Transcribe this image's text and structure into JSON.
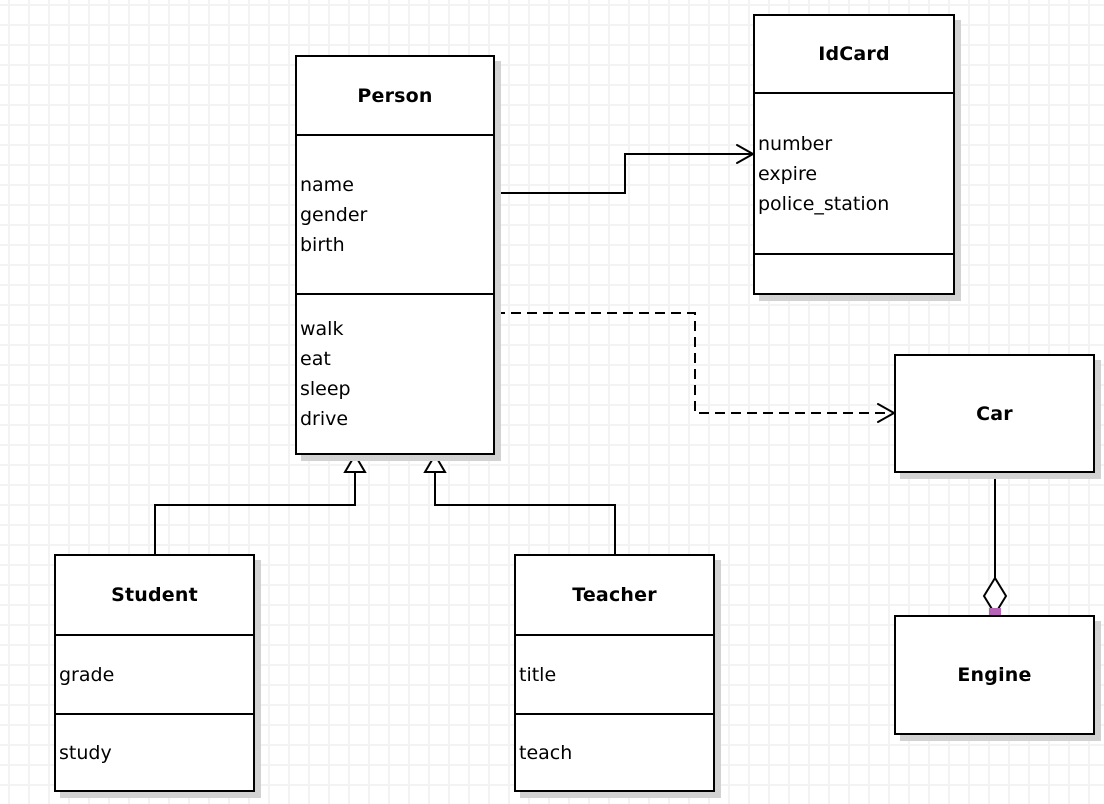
{
  "classes": {
    "person": {
      "name": "Person",
      "attributes": [
        "name",
        "gender",
        "birth"
      ],
      "methods": [
        "walk",
        "eat",
        "sleep",
        "drive"
      ]
    },
    "idcard": {
      "name": "IdCard",
      "attributes": [
        "number",
        "expire",
        "police_station"
      ],
      "methods": []
    },
    "car": {
      "name": "Car",
      "attributes": [],
      "methods": []
    },
    "engine": {
      "name": "Engine",
      "attributes": [],
      "methods": []
    },
    "student": {
      "name": "Student",
      "attributes": [
        "grade"
      ],
      "methods": [
        "study"
      ]
    },
    "teacher": {
      "name": "Teacher",
      "attributes": [
        "title"
      ],
      "methods": [
        "teach"
      ]
    }
  },
  "relationships": [
    {
      "from": "Person",
      "to": "IdCard",
      "type": "association",
      "line": "solid",
      "end": "open-arrow"
    },
    {
      "from": "Person",
      "to": "Car",
      "type": "dependency",
      "line": "dashed",
      "end": "open-arrow"
    },
    {
      "from": "Student",
      "to": "Person",
      "type": "generalization",
      "line": "solid",
      "end": "hollow-triangle"
    },
    {
      "from": "Teacher",
      "to": "Person",
      "type": "generalization",
      "line": "solid",
      "end": "hollow-triangle"
    },
    {
      "from": "Car",
      "to": "Engine",
      "type": "aggregation",
      "line": "solid",
      "end": "hollow-diamond"
    }
  ],
  "colors": {
    "line": "#000000",
    "box_fill": "#ffffff",
    "box_border": "#000000",
    "shadow": "#d2d2d2",
    "endpoint_handle": "#b662b6",
    "grid_line": "#f3f3f3",
    "canvas_background": "#ffffff"
  }
}
